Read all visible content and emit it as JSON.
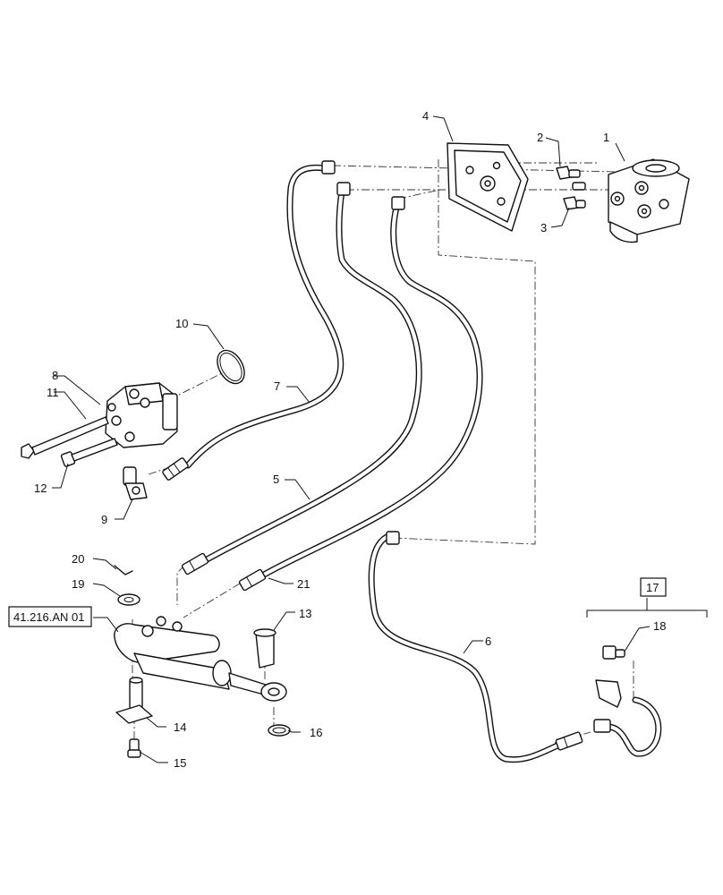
{
  "diagram": {
    "callouts": [
      "1",
      "2",
      "3",
      "4",
      "5",
      "6",
      "7",
      "8",
      "9",
      "10",
      "11",
      "12",
      "13",
      "14",
      "15",
      "16",
      "17",
      "18",
      "19",
      "20",
      "21"
    ],
    "reference": "41.216.AN 01"
  }
}
